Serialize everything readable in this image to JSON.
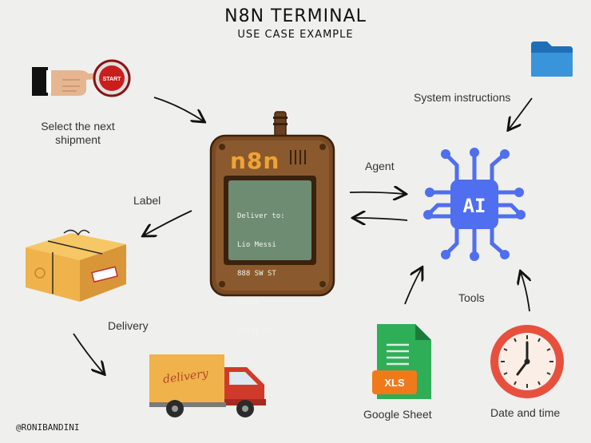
{
  "title": "N8N TERMINAL",
  "subtitle": "USE CASE EXAMPLE",
  "start_button_text": "START",
  "labels": {
    "select_shipment": "Select the next\nshipment",
    "label": "Label",
    "delivery": "Delivery",
    "agent": "Agent",
    "system_instructions": "System instructions",
    "tools": "Tools",
    "google_sheet": "Google Sheet",
    "date_time": "Date and time"
  },
  "terminal": {
    "logo": "n8n",
    "screen_lines": [
      "Deliver to:",
      "Lio Messi",
      "888 SW ST",
      "Miami",
      "33131 US"
    ]
  },
  "ai_chip_text": "AI",
  "xls_text": "XLS",
  "truck_text": "delivery",
  "credit": "@RONIBANDINI",
  "colors": {
    "background": "#efefed",
    "terminal_body": "#7a4a23",
    "terminal_screen": "#6e8c72",
    "ai_chip": "#4f6ef0",
    "sheet_green": "#2fae58",
    "xls_orange": "#f07a1a",
    "clock_red": "#e8503e",
    "folder_blue": "#2f8fd8",
    "box_orange": "#f0b24a",
    "truck_red": "#d03a2a"
  },
  "icons": [
    "hand-pointing-start-button-icon",
    "n8n-terminal-device-icon",
    "ai-chip-icon",
    "folder-icon",
    "package-box-icon",
    "delivery-truck-icon",
    "spreadsheet-icon",
    "clock-icon"
  ]
}
